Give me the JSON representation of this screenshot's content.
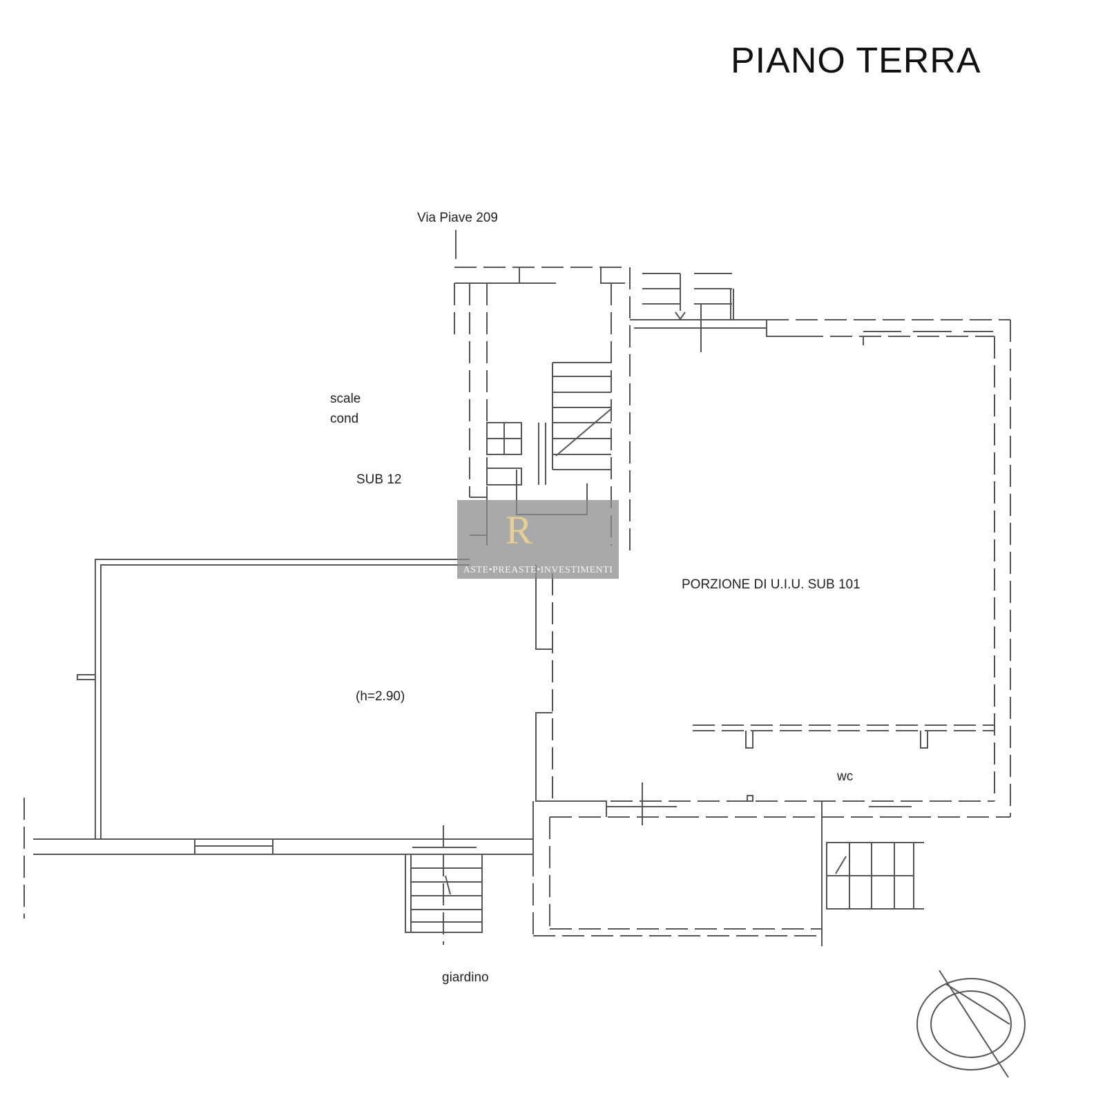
{
  "title": "PIANO TERRA",
  "labels": {
    "address": "Via Piave 209",
    "stairs_line1": "scale",
    "stairs_line2": "cond",
    "sub12": "SUB 12",
    "height": "(h=2.90)",
    "portion": "PORZIONE DI U.I.U. SUB 101",
    "wc": "wc",
    "garden": "giardino"
  },
  "watermark": {
    "logo": "R",
    "text": "ASTE•PREASTE•INVESTIMENTI"
  },
  "compass": "north-arrow-icon"
}
